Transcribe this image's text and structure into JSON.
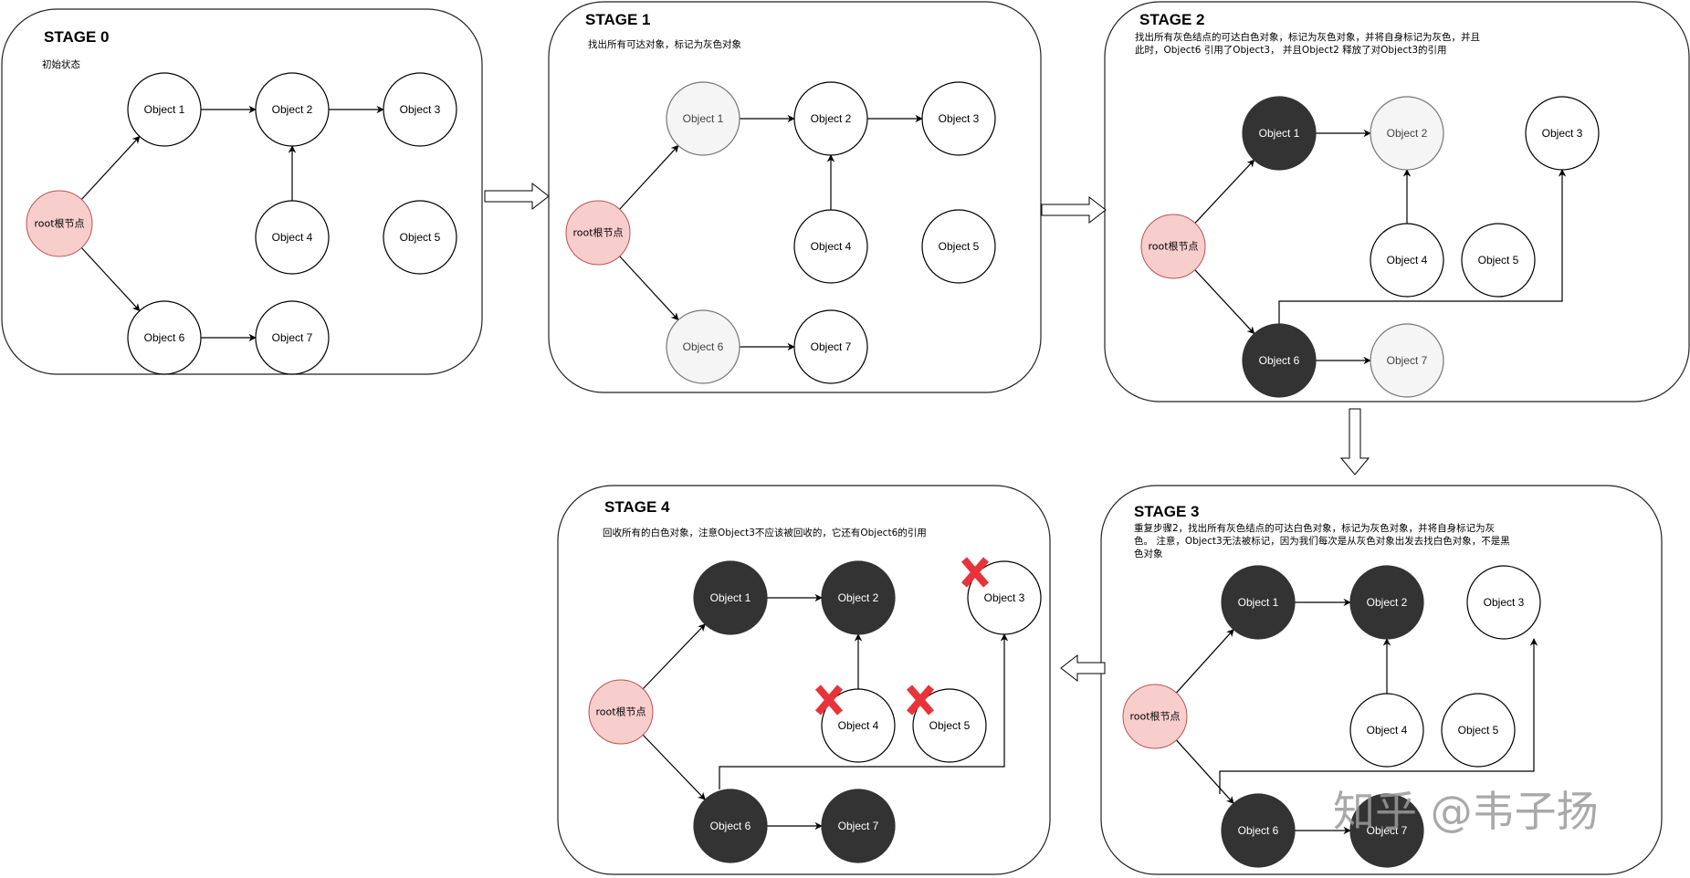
{
  "colors": {
    "white_node": "#ffffff",
    "gray_node": "#f5f5f5",
    "black_node": "#333333",
    "root_node": "#f8cecc",
    "root_stroke": "#b85450",
    "x_mark": "#e8333a",
    "stroke": "#000000"
  },
  "root_label": "root根节点",
  "node_labels": {
    "o1": "Object 1",
    "o2": "Object 2",
    "o3": "Object 3",
    "o4": "Object 4",
    "o5": "Object 5",
    "o6": "Object 6",
    "o7": "Object 7"
  },
  "stages": [
    {
      "id": "stage0",
      "title": "STAGE 0",
      "description": [
        "初始状态"
      ],
      "node_states": {
        "o1": "white",
        "o2": "white",
        "o3": "white",
        "o4": "white",
        "o5": "white",
        "o6": "white",
        "o7": "white"
      },
      "edges": [
        [
          "root",
          "o1"
        ],
        [
          "root",
          "o6"
        ],
        [
          "o1",
          "o2"
        ],
        [
          "o2",
          "o3"
        ],
        [
          "o4",
          "o2"
        ],
        [
          "o6",
          "o7"
        ]
      ],
      "collected": []
    },
    {
      "id": "stage1",
      "title": "STAGE 1",
      "description": [
        "找出所有可达对象，标记为灰色对象"
      ],
      "node_states": {
        "o1": "gray",
        "o2": "white",
        "o3": "white",
        "o4": "white",
        "o5": "white",
        "o6": "gray",
        "o7": "white"
      },
      "edges": [
        [
          "root",
          "o1"
        ],
        [
          "root",
          "o6"
        ],
        [
          "o1",
          "o2"
        ],
        [
          "o2",
          "o3"
        ],
        [
          "o4",
          "o2"
        ],
        [
          "o6",
          "o7"
        ]
      ],
      "collected": []
    },
    {
      "id": "stage2",
      "title": "STAGE 2",
      "description": [
        "找出所有灰色结点的可达白色对象，标记为灰色对象，并将自身标记为灰色，并且",
        "此时，Object6 引用了Object3，  并且Object2 释放了对Object3的引用"
      ],
      "node_states": {
        "o1": "black",
        "o2": "gray",
        "o3": "white",
        "o4": "white",
        "o5": "white",
        "o6": "black",
        "o7": "gray"
      },
      "edges": [
        [
          "root",
          "o1"
        ],
        [
          "root",
          "o6"
        ],
        [
          "o1",
          "o2"
        ],
        [
          "o4",
          "o2"
        ],
        [
          "o6",
          "o7"
        ],
        [
          "o6",
          "o3"
        ]
      ],
      "collected": []
    },
    {
      "id": "stage3",
      "title": "STAGE 3",
      "description": [
        "重复步骤2，找出所有灰色结点的可达白色对象，标记为灰色对象，并将自身标记为灰",
        "色。 注意，Object3无法被标记，因为我们每次是从灰色对象出发去找白色对象，不是黑",
        "色对象"
      ],
      "node_states": {
        "o1": "black",
        "o2": "black",
        "o3": "white",
        "o4": "white",
        "o5": "white",
        "o6": "black",
        "o7": "black"
      },
      "edges": [
        [
          "root",
          "o1"
        ],
        [
          "root",
          "o6"
        ],
        [
          "o1",
          "o2"
        ],
        [
          "o4",
          "o2"
        ],
        [
          "o6",
          "o7"
        ],
        [
          "o6",
          "o3"
        ]
      ],
      "collected": []
    },
    {
      "id": "stage4",
      "title": "STAGE 4",
      "description": [
        "回收所有的白色对象，注意Object3不应该被回收的，它还有Object6的引用"
      ],
      "node_states": {
        "o1": "black",
        "o2": "black",
        "o3": "white",
        "o4": "white",
        "o5": "white",
        "o6": "black",
        "o7": "black"
      },
      "edges": [
        [
          "root",
          "o1"
        ],
        [
          "root",
          "o6"
        ],
        [
          "o1",
          "o2"
        ],
        [
          "o4",
          "o2"
        ],
        [
          "o6",
          "o7"
        ],
        [
          "o6",
          "o3"
        ]
      ],
      "collected": [
        "o3",
        "o4",
        "o5"
      ]
    }
  ],
  "flow_arrows": [
    {
      "from": "stage0",
      "to": "stage1",
      "direction": "right"
    },
    {
      "from": "stage1",
      "to": "stage2",
      "direction": "right"
    },
    {
      "from": "stage2",
      "to": "stage3",
      "direction": "down"
    },
    {
      "from": "stage3",
      "to": "stage4",
      "direction": "left"
    }
  ],
  "watermark": "知乎 @韦子扬"
}
